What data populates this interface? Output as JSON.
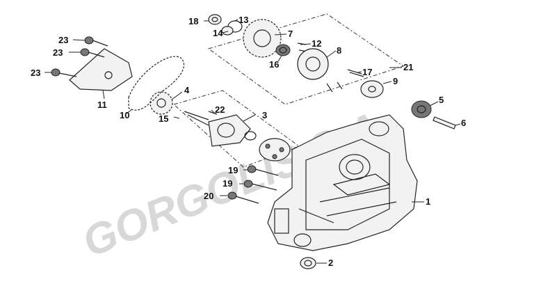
{
  "watermark": "GORGOLIS S.A.",
  "callouts": {
    "c1": "1",
    "c2": "2",
    "c3": "3",
    "c4": "4",
    "c5": "5",
    "c6": "6",
    "c7": "7",
    "c8": "8",
    "c9": "9",
    "c10": "10",
    "c11": "11",
    "c12": "12",
    "c13": "13",
    "c14": "14",
    "c15": "15",
    "c16": "16",
    "c17": "17",
    "c18": "18",
    "c19a": "19",
    "c19b": "19",
    "c20": "20",
    "c21": "21",
    "c22": "22",
    "c23a": "23",
    "c23b": "23",
    "c23c": "23"
  }
}
